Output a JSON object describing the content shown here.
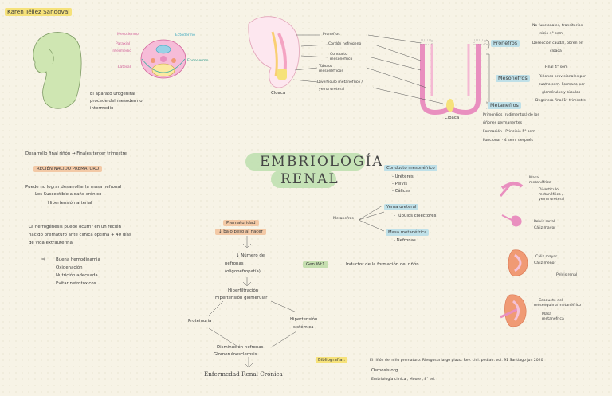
{
  "author": "Karen Téllez Sandoval",
  "title": {
    "line1": "EMBRIOLOGÍA",
    "line2": "RENAL"
  },
  "embryo_section": {
    "labels": {
      "mesodermo": "Mesodermo",
      "paraxial": "Paraxial",
      "intermedio": "Intermedio",
      "lateral": "Lateral",
      "ectodermo": "Ectodermo",
      "endodermo": "Endodermo"
    },
    "caption": [
      "El aparato urogenital",
      "procede del mesodermo",
      "intermedio"
    ]
  },
  "kidney_development": {
    "diagram_labels": {
      "pronefros": "Pronefros",
      "cordon_nefrogeno": "Cordón nefrógeno",
      "conducto_mesonefrico": [
        "Conducto",
        "mesonéfrico"
      ],
      "tubulos_mesonefricos": [
        "Túbulos",
        "mesonéfricos"
      ],
      "diverticulo": "Divertículo metanéfrico /",
      "yema_ureteral": "yema ureteral",
      "cloaca_left": "Cloaca",
      "cloaca_right": "Cloaca"
    },
    "pronefros": {
      "label": "Pronefros",
      "notes": [
        "No funcionales, transitorios",
        "Inicio 4° sem",
        "Desección caudal, obren en",
        "cloaca"
      ]
    },
    "mesonefros": {
      "label": "Mesonefros",
      "notes": [
        "Final 4° sem",
        "Riñones provisionales por",
        "cuatro sem. Formado por",
        "glomérulos y túbulos",
        "Degenera final   1° trimestre"
      ]
    },
    "metanefros": {
      "label": "Metanefros",
      "notes": [
        "Primordios (rudimentos) de los",
        "riñones permanentes",
        "Formación · Principio 5° sem",
        "Funcionar · 4 sem. después"
      ]
    }
  },
  "preterm": {
    "intro": "Desarrollo final riñón → Finales tercer trimestre",
    "heading": "RECIÉN NACIDO PREMATURO",
    "lines": [
      "Puede no lograr desarrollar la masa nefronal",
      "Les Susceptible a daño crónico",
      "Hipertensión arterial"
    ],
    "nephrogenesis": [
      "La nefrogénesis puede ocurrir en un recién",
      "nacido prematuro ante clínica óptima + 40 días",
      "de vida extrauterina"
    ],
    "arrow": "⇒",
    "conditions": [
      "Buena hemodinamia",
      "Oxigenación",
      "Nutrición adecuada",
      "Evitar nefrotóxicos"
    ]
  },
  "flow": {
    "start": [
      "Prematuridad",
      "↓ bajo peso al nacer"
    ],
    "step2": [
      "↓ Número de",
      "nefronas",
      "(oligonefropatía)"
    ],
    "step3": [
      "Hiperfiltración",
      "Hipertensión glomerular"
    ],
    "left": "Proteinuria",
    "right": [
      "Hipertensión",
      "sistémica"
    ],
    "step4": [
      "Disminución nefronas",
      "Glomeruloesclerosis"
    ],
    "end": "Enfermedad Renal Crónica"
  },
  "metanefros_tree": {
    "root": "Metanefros",
    "conducto": {
      "label": "Conducto mesonéfrico",
      "items": [
        "- Uréteres",
        "- Pelvis",
        "- Cálices"
      ]
    },
    "yema": {
      "label": "Yema ureteral",
      "items": [
        "- Túbulos colectores"
      ]
    },
    "masa": {
      "label": "Masa metanéfrica",
      "items": [
        "- Nefronas"
      ]
    }
  },
  "gene": {
    "name": "Gen Wt1",
    "text": "Inductor de la formación del riñón"
  },
  "right_diagrams": [
    [
      "Masa",
      "metanéfrica",
      "Divertículo",
      "metanéfrico /",
      "yema ureteral"
    ],
    [
      "Pelvis renal",
      "Cáliz mayor"
    ],
    [
      "Cáliz mayor",
      "Cáliz menor",
      "Pelvis renal"
    ],
    [
      "Casquete del",
      "mesénquima metanéfrico",
      "Masa",
      "metanéfrica"
    ]
  ],
  "bibliography": {
    "label": "Bibliografía :",
    "lines": [
      "El riñón del niño prematuro: Riesgos a largo plazo. Rev. chil. pediatr. vol. 91 Santiago jun 2020",
      "Osmosis.org",
      "Embriología clínica , Moore , 8° ed."
    ]
  },
  "colors": {
    "pink": "#e98fbf",
    "highlight_yellow": "#f6e27a",
    "highlight_green": "#c6dfb0",
    "highlight_blue": "#bfe0e8"
  }
}
